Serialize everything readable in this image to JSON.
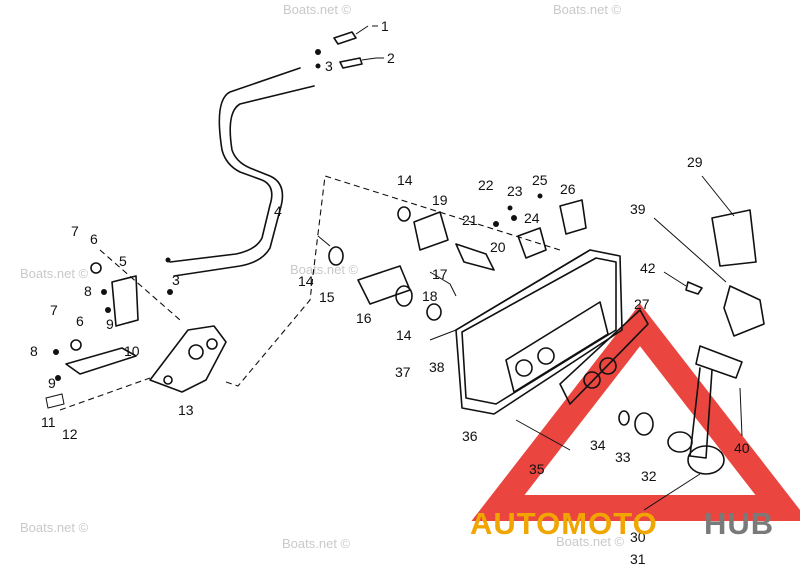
{
  "callouts": [
    {
      "id": "1",
      "text": "1"
    },
    {
      "id": "2",
      "text": "2"
    },
    {
      "id": "3a",
      "text": "3"
    },
    {
      "id": "3b",
      "text": "3"
    },
    {
      "id": "4",
      "text": "4"
    },
    {
      "id": "5",
      "text": "5"
    },
    {
      "id": "6a",
      "text": "6"
    },
    {
      "id": "6b",
      "text": "6"
    },
    {
      "id": "7a",
      "text": "7"
    },
    {
      "id": "7b",
      "text": "7"
    },
    {
      "id": "8a",
      "text": "8"
    },
    {
      "id": "8b",
      "text": "8"
    },
    {
      "id": "9a",
      "text": "9"
    },
    {
      "id": "9b",
      "text": "9"
    },
    {
      "id": "10",
      "text": "10"
    },
    {
      "id": "11",
      "text": "11"
    },
    {
      "id": "12",
      "text": "12"
    },
    {
      "id": "13",
      "text": "13"
    },
    {
      "id": "14a",
      "text": "14"
    },
    {
      "id": "14b",
      "text": "14"
    },
    {
      "id": "14c",
      "text": "14"
    },
    {
      "id": "15",
      "text": "15"
    },
    {
      "id": "16",
      "text": "16"
    },
    {
      "id": "17",
      "text": "17"
    },
    {
      "id": "18",
      "text": "18"
    },
    {
      "id": "19",
      "text": "19"
    },
    {
      "id": "20",
      "text": "20"
    },
    {
      "id": "21",
      "text": "21"
    },
    {
      "id": "22",
      "text": "22"
    },
    {
      "id": "23",
      "text": "23"
    },
    {
      "id": "24",
      "text": "24"
    },
    {
      "id": "25",
      "text": "25"
    },
    {
      "id": "26",
      "text": "26"
    },
    {
      "id": "27",
      "text": "27"
    },
    {
      "id": "29",
      "text": "29"
    },
    {
      "id": "30",
      "text": "30"
    },
    {
      "id": "31",
      "text": "31"
    },
    {
      "id": "32",
      "text": "32"
    },
    {
      "id": "33",
      "text": "33"
    },
    {
      "id": "34",
      "text": "34"
    },
    {
      "id": "35",
      "text": "35"
    },
    {
      "id": "36",
      "text": "36"
    },
    {
      "id": "37",
      "text": "37"
    },
    {
      "id": "38",
      "text": "38"
    },
    {
      "id": "39",
      "text": "39"
    },
    {
      "id": "40",
      "text": "40"
    },
    {
      "id": "42",
      "text": "42"
    }
  ],
  "watermark": {
    "text": "Boats.net ©"
  },
  "logo": {
    "part1": "AUTOMOTO",
    "part2": "HUB",
    "color_primary": "#f0a500",
    "color_secondary": "#7a7a7a",
    "triangle_color": "#e8322a"
  }
}
